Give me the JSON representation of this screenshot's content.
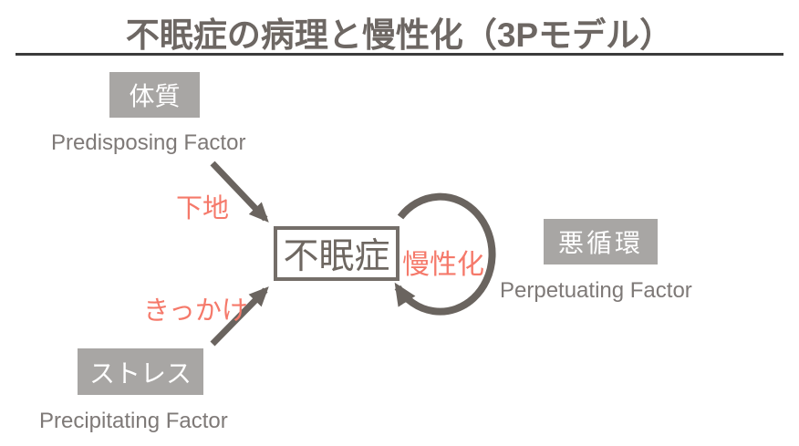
{
  "title": "不眠症の病理と慢性化（3Pモデル）",
  "diagram": {
    "center": {
      "label": "不眠症"
    },
    "predisposing": {
      "box": "体質",
      "factor": "Predisposing Factor",
      "arrow_label": "下地"
    },
    "precipitating": {
      "box": "ストレス",
      "factor": "Precipitating Factor",
      "arrow_label": "きっかけ"
    },
    "perpetuating": {
      "box": "悪循環",
      "factor": "Perpetuating Factor",
      "arrow_label": "慢性化"
    }
  },
  "colors": {
    "accent_salmon": "#F5796A",
    "box_gray": "#A8A6A4",
    "arrow_gray": "#6A645F",
    "title_gray": "#6D6763",
    "factor_text_gray": "#7E7977",
    "center_box_border": "#746E69",
    "divider": "#3B3B3B",
    "box_text": "#FFFFFF",
    "background": "#FFFFFF"
  }
}
